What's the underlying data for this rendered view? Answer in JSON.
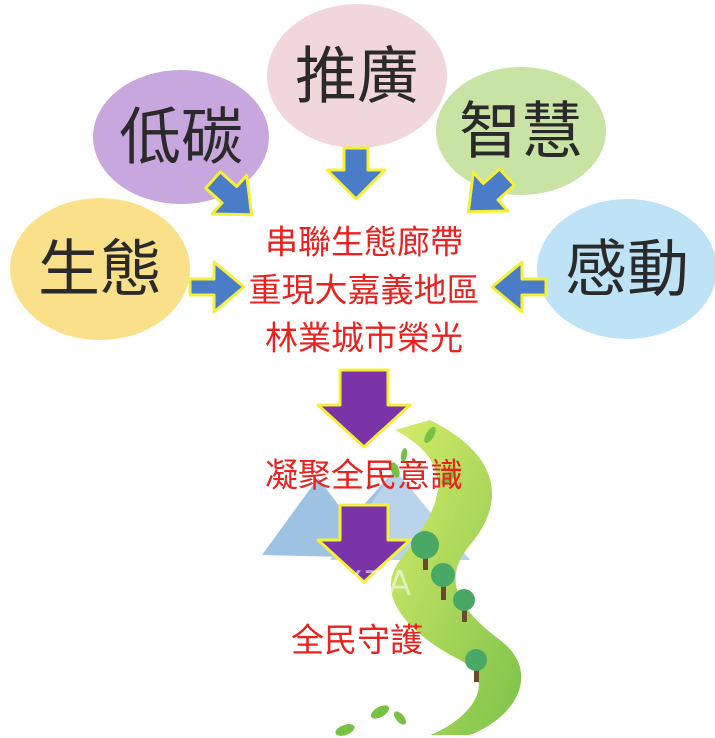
{
  "bubbles": {
    "dikan": {
      "label": "低碳",
      "color": "#c8a6de"
    },
    "tuiguang": {
      "label": "推廣",
      "color": "#f1d7dc"
    },
    "zhihui": {
      "label": "智慧",
      "color": "#c9e3a4"
    },
    "shengtai": {
      "label": "生態",
      "color": "#fbe08a"
    },
    "gandong": {
      "label": "感動",
      "color": "#bfe3f6"
    }
  },
  "center_text": {
    "line1": "串聯生態廊帶",
    "line2": "重現大嘉義地區",
    "line3": "林業城市榮光"
  },
  "step2": "凝聚全民意識",
  "step3": "全民守護",
  "watermark": "PIXTA",
  "colors": {
    "blue_arrow": "#4a7cc8",
    "arrow_outline": "#f4f03a",
    "purple_arrow": "#7a34a8",
    "red_text": "#e8231f"
  }
}
